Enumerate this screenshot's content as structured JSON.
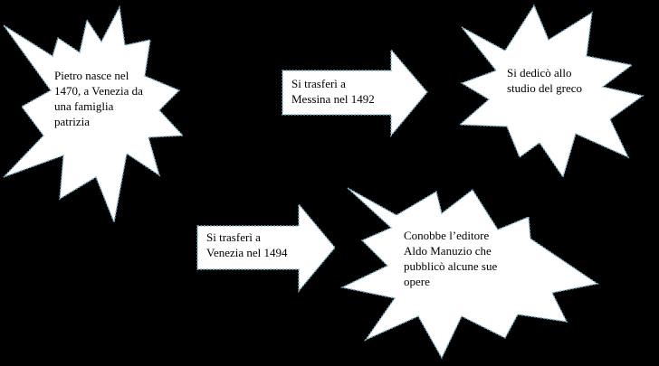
{
  "colors": {
    "background": "#000000",
    "shape_fill": "#ffffff",
    "shape_border": "#7fb0c8",
    "text": "#000000"
  },
  "nodes": {
    "burst1": {
      "text": "Pietro nasce nel\n1470, a Venezia da\nuna famiglia\npatrizia"
    },
    "arrow1": {
      "text": "Si trasferì a\nMessina nel 1492"
    },
    "burst2": {
      "text": "Si dedicò allo\nstudio del greco"
    },
    "arrow2": {
      "text": "Si trasferì a\nVenezia nel 1494"
    },
    "burst3": {
      "text": "Conobbe  l’editore\nAldo Manuzio che\npubblicò alcune sue\nopere"
    }
  }
}
